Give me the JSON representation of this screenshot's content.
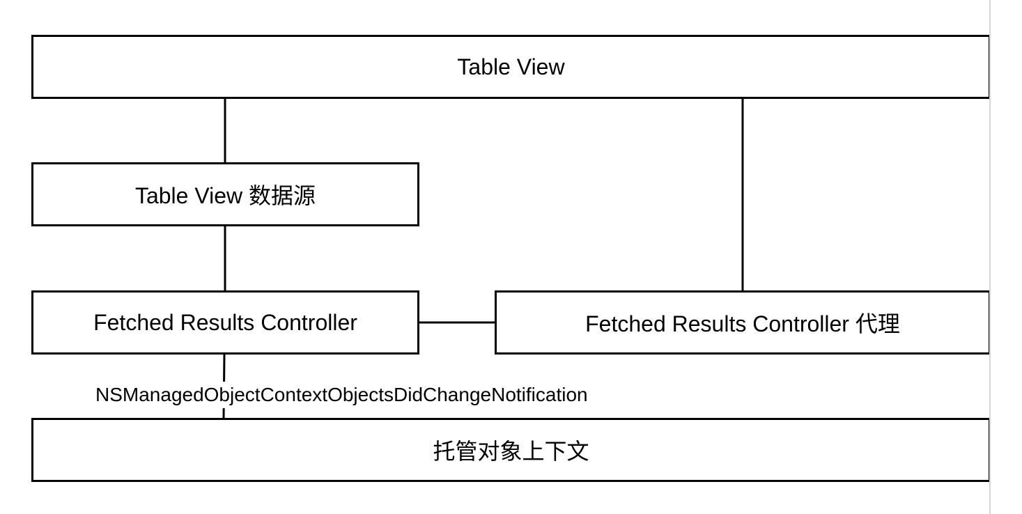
{
  "nodes": {
    "table_view": "Table View",
    "table_view_datasource": "Table View 数据源",
    "fetched_results_controller": "Fetched Results Controller",
    "fetched_results_controller_delegate": "Fetched Results Controller 代理",
    "managed_object_context": "托管对象上下文"
  },
  "edges": {
    "notification": "NSManagedObjectContextObjectsDidChangeNotification"
  },
  "colors": {
    "stroke": "#000000",
    "background": "#ffffff"
  }
}
